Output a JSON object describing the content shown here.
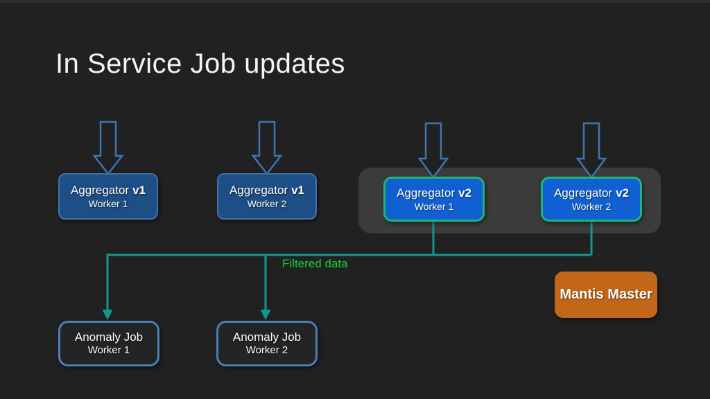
{
  "slide": {
    "title": "In Service Job updates"
  },
  "nodes": {
    "agg_v1_w1": {
      "title": "Aggregator",
      "version": "v1",
      "subtitle": "Worker 1"
    },
    "agg_v1_w2": {
      "title": "Aggregator",
      "version": "v1",
      "subtitle": "Worker 2"
    },
    "agg_v2_w1": {
      "title": "Aggregator",
      "version": "v2",
      "subtitle": "Worker 1"
    },
    "agg_v2_w2": {
      "title": "Aggregator",
      "version": "v2",
      "subtitle": "Worker 2"
    },
    "anomaly_w1": {
      "title": "Anomaly Job",
      "subtitle": "Worker 1"
    },
    "anomaly_w2": {
      "title": "Anomaly Job",
      "subtitle": "Worker 2"
    },
    "mantis_master": {
      "label": "Mantis Master"
    }
  },
  "labels": {
    "filtered_data": "Filtered data"
  },
  "colors": {
    "background": "#212121",
    "title_text": "#f5f5f5",
    "aggregator_v1_fill": "#1d4e85",
    "aggregator_v1_border": "#3f72a8",
    "aggregator_v2_fill": "#1160d2",
    "aggregator_v2_border": "#1fb577",
    "anomaly_border": "#4a80b8",
    "mantis_fill": "#c2661a",
    "group_panel_fill": "#3b3b3b",
    "connector_line": "#13988e",
    "filtered_data_text": "#15d03c",
    "arrow_outline": "#3d76b0"
  }
}
